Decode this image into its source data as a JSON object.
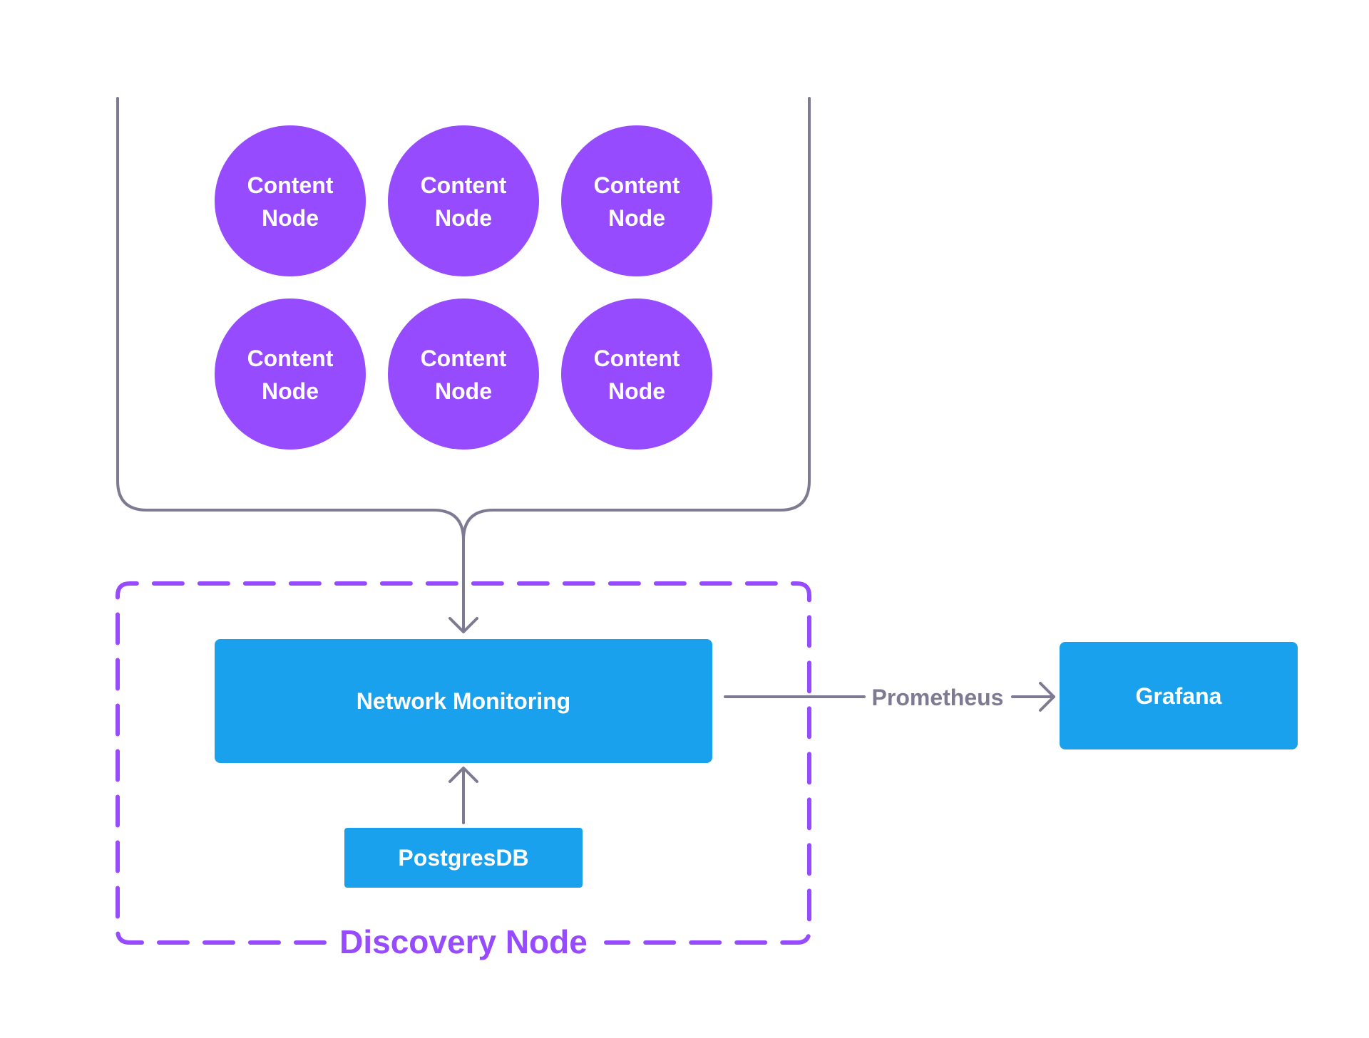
{
  "content_nodes": [
    {
      "line1": "Content",
      "line2": "Node"
    },
    {
      "line1": "Content",
      "line2": "Node"
    },
    {
      "line1": "Content",
      "line2": "Node"
    },
    {
      "line1": "Content",
      "line2": "Node"
    },
    {
      "line1": "Content",
      "line2": "Node"
    },
    {
      "line1": "Content",
      "line2": "Node"
    }
  ],
  "network_monitoring": {
    "label": "Network Monitoring"
  },
  "postgres": {
    "label": "PostgresDB"
  },
  "grafana": {
    "label": "Grafana"
  },
  "prometheus": {
    "label": "Prometheus"
  },
  "discovery_node": {
    "label": "Discovery Node"
  },
  "colors": {
    "purple": "#964bff",
    "blue": "#1aa1ee",
    "connector_gray": "#7d7a92",
    "background": "#ffffff"
  }
}
